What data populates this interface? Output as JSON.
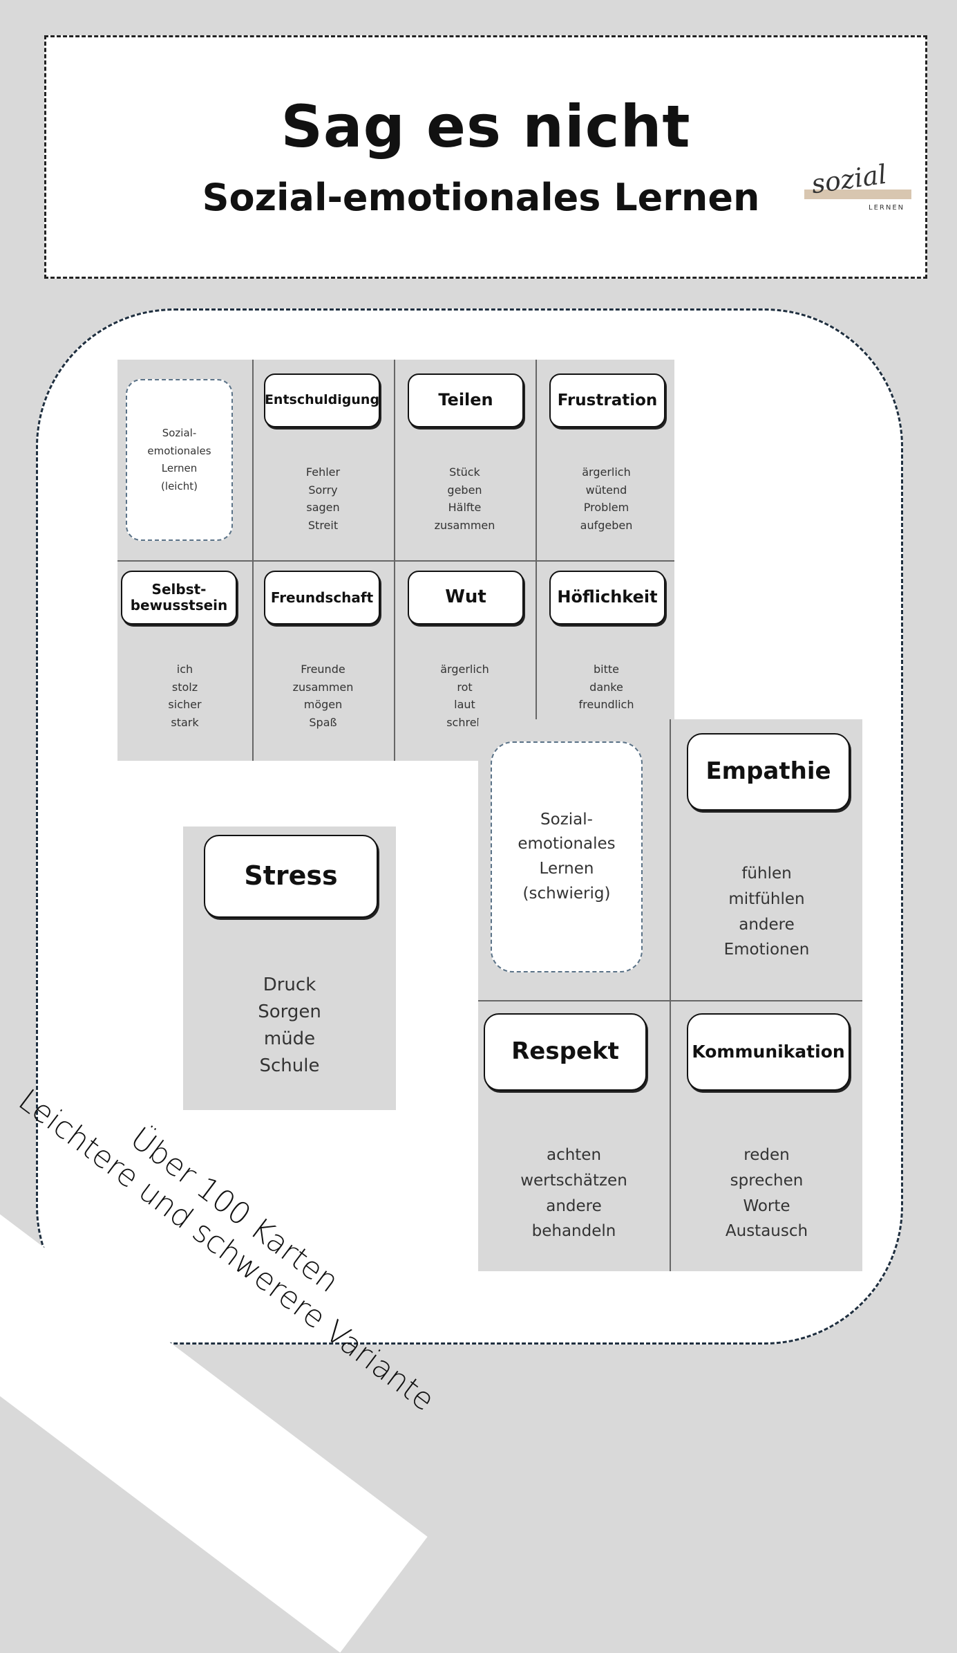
{
  "header": {
    "title": "Sag es nicht",
    "subtitle": "Sozial-emotionales Lernen",
    "logo_script": "sozial",
    "logo_small": "LERNEN"
  },
  "small_sheet": {
    "back_card": [
      "Sozial-",
      "emotionales",
      "Lernen",
      "(leicht)"
    ],
    "cards": [
      {
        "label": "Entschuldigung",
        "words": [
          "Fehler",
          "Sorry",
          "sagen",
          "Streit"
        ]
      },
      {
        "label": "Teilen",
        "words": [
          "Stück",
          "geben",
          "Hälfte",
          "zusammen"
        ]
      },
      {
        "label": "Frustration",
        "words": [
          "ärgerlich",
          "wütend",
          "Problem",
          "aufgeben"
        ]
      },
      {
        "label": "Selbst-\nbewusstsein",
        "words": [
          "ich",
          "stolz",
          "sicher",
          "stark"
        ]
      },
      {
        "label": "Freundschaft",
        "words": [
          "Freunde",
          "zusammen",
          "mögen",
          "Spaß"
        ]
      },
      {
        "label": "Wut",
        "words": [
          "ärgerlich",
          "rot",
          "laut",
          "schrek"
        ]
      },
      {
        "label": "Höflichkeit",
        "words": [
          "bitte",
          "danke",
          "freundlich"
        ]
      }
    ]
  },
  "stress_card": {
    "label": "Stress",
    "words": [
      "Druck",
      "Sorgen",
      "müde",
      "Schule"
    ]
  },
  "large_sheet": {
    "back_card": [
      "Sozial-",
      "emotionales",
      "Lernen",
      "(schwierig)"
    ],
    "cards": [
      {
        "label": "Empathie",
        "words": [
          "fühlen",
          "mitfühlen",
          "andere",
          "Emotionen"
        ]
      },
      {
        "label": "Respekt",
        "words": [
          "achten",
          "wertschätzen",
          "andere",
          "behandeln"
        ]
      },
      {
        "label": "Kommunikation",
        "words": [
          "reden",
          "sprechen",
          "Worte",
          "Austausch"
        ]
      }
    ]
  },
  "promo": {
    "line1": "Über 100 Karten",
    "line2": "Leichtere und schwerere Variante"
  }
}
